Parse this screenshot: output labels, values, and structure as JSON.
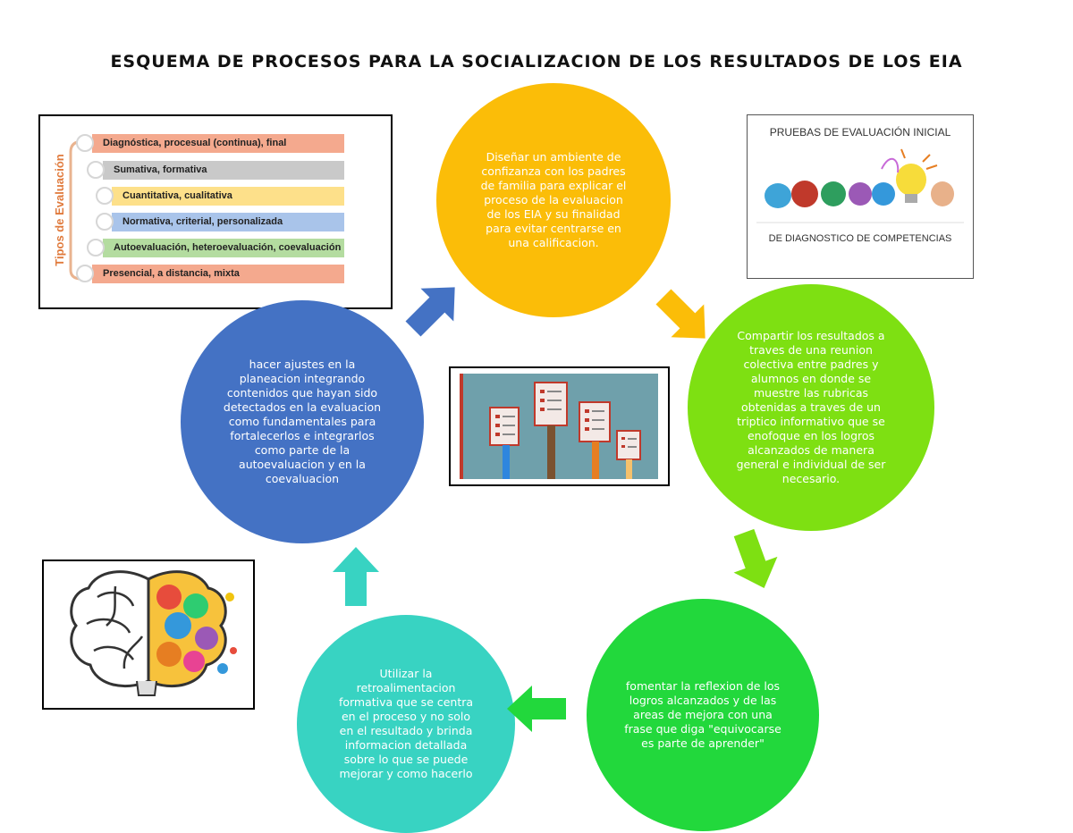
{
  "title": "ESQUEMA DE PROCESOS PARA LA SOCIALIZACION DE LOS RESULTADOS DE LOS EIA",
  "steps": [
    {
      "id": "design",
      "color": "#fbbd08",
      "lines": [
        "Diseñar un ambiente de",
        "confizanza  con los padres",
        "de familia para explicar el",
        "proceso de la evaluacion",
        "de los EIA  y su finalidad",
        "para evitar centrarse en",
        "una calificacion."
      ]
    },
    {
      "id": "share",
      "color": "#7ee012",
      "lines": [
        "Compartir los resultados a",
        "traves de una reunion",
        "colectiva entre padres y",
        "alumnos en donde se",
        "muestre las rubricas",
        "obtenidas a traves de un",
        "triptico informativo que se",
        "enofoque en los logros",
        "alcanzados  de manera",
        "general e individual de ser",
        "necesario."
      ]
    },
    {
      "id": "reflect",
      "color": "#22d83c",
      "lines": [
        "fomentar la reflexion de los",
        "logros alcanzados y de las",
        "areas de mejora con una",
        "frase que  diga \"equivocarse",
        "es parte de aprender\""
      ]
    },
    {
      "id": "feedback",
      "color": "#38d3c2",
      "lines": [
        "Utilizar la",
        "retroalimentacion",
        "formativa que se centra",
        "en el proceso y no solo",
        "en el resultado y brinda",
        "informacion detallada",
        "sobre lo que se puede",
        "mejorar y como hacerlo"
      ]
    },
    {
      "id": "adjust",
      "color": "#4472c4",
      "lines": [
        "hacer ajustes en la",
        "planeacion integrando",
        "contenidos que hayan sido",
        "detectados en la evaluacion",
        "como fundamentales para",
        "fortalecerlos e integrarlos",
        "como parte de la",
        "autoevaluacion y en la",
        "coevaluacion"
      ]
    }
  ],
  "tipos_panel": {
    "heading": "Tipos de Evaluación",
    "items": [
      {
        "label": "Diagnóstica, procesual (continua), final",
        "color": "#f4a98e"
      },
      {
        "label": "Sumativa, formativa",
        "color": "#c9c9c9"
      },
      {
        "label": "Cuantitativa, cualitativa",
        "color": "#fde08a"
      },
      {
        "label": "Normativa, criterial, personalizada",
        "color": "#a9c4ea"
      },
      {
        "label": "Autoevaluación, heteroevaluación, coevaluación",
        "color": "#b4dca0"
      },
      {
        "label": "Presencial, a distancia, mixta",
        "color": "#f4a98e"
      }
    ]
  },
  "pruebas_panel": {
    "title": "PRUEBAS DE EVALUACIÓN INICIAL",
    "subtitle": "DE DIAGNOSTICO DE COMPETENCIAS"
  },
  "arrow_colors": {
    "yellow": "#fbbd08",
    "light_green": "#7ee012",
    "green": "#22d83c",
    "teal": "#38d3c2",
    "blue": "#4472c4"
  }
}
